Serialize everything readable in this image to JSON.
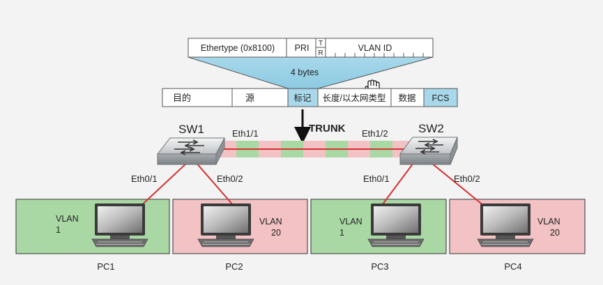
{
  "vlan_tag": {
    "ethertype": "Ethertype (0x8100)",
    "pri": "PRI",
    "t": "T",
    "r": "R",
    "vlan_id": "VLAN ID",
    "size": "4 bytes"
  },
  "frame": {
    "dst": "目的",
    "src": "源",
    "tag": "标记",
    "len_type": "长度/以太网类型",
    "data": "数据",
    "fcs": "FCS"
  },
  "trunk_label": "TRUNK",
  "switches": {
    "sw1": {
      "name": "SW1",
      "uplink": "Eth1/1",
      "port_a": "Eth0/1",
      "port_b": "Eth0/2"
    },
    "sw2": {
      "name": "SW2",
      "uplink": "Eth1/2",
      "port_a": "Eth0/1",
      "port_b": "Eth0/2"
    }
  },
  "pcs": [
    {
      "name": "PC1",
      "vlan_label": "VLAN",
      "vlan_id": "1"
    },
    {
      "name": "PC2",
      "vlan_label": "VLAN",
      "vlan_id": "20"
    },
    {
      "name": "PC3",
      "vlan_label": "VLAN",
      "vlan_id": "1"
    },
    {
      "name": "PC4",
      "vlan_label": "VLAN",
      "vlan_id": "20"
    }
  ],
  "colors": {
    "vlan1_fill": "#a9d8a4",
    "vlan20_fill": "#f2c2c4",
    "tag_fill": "#a8d8ea",
    "link_red": "#d63030"
  }
}
